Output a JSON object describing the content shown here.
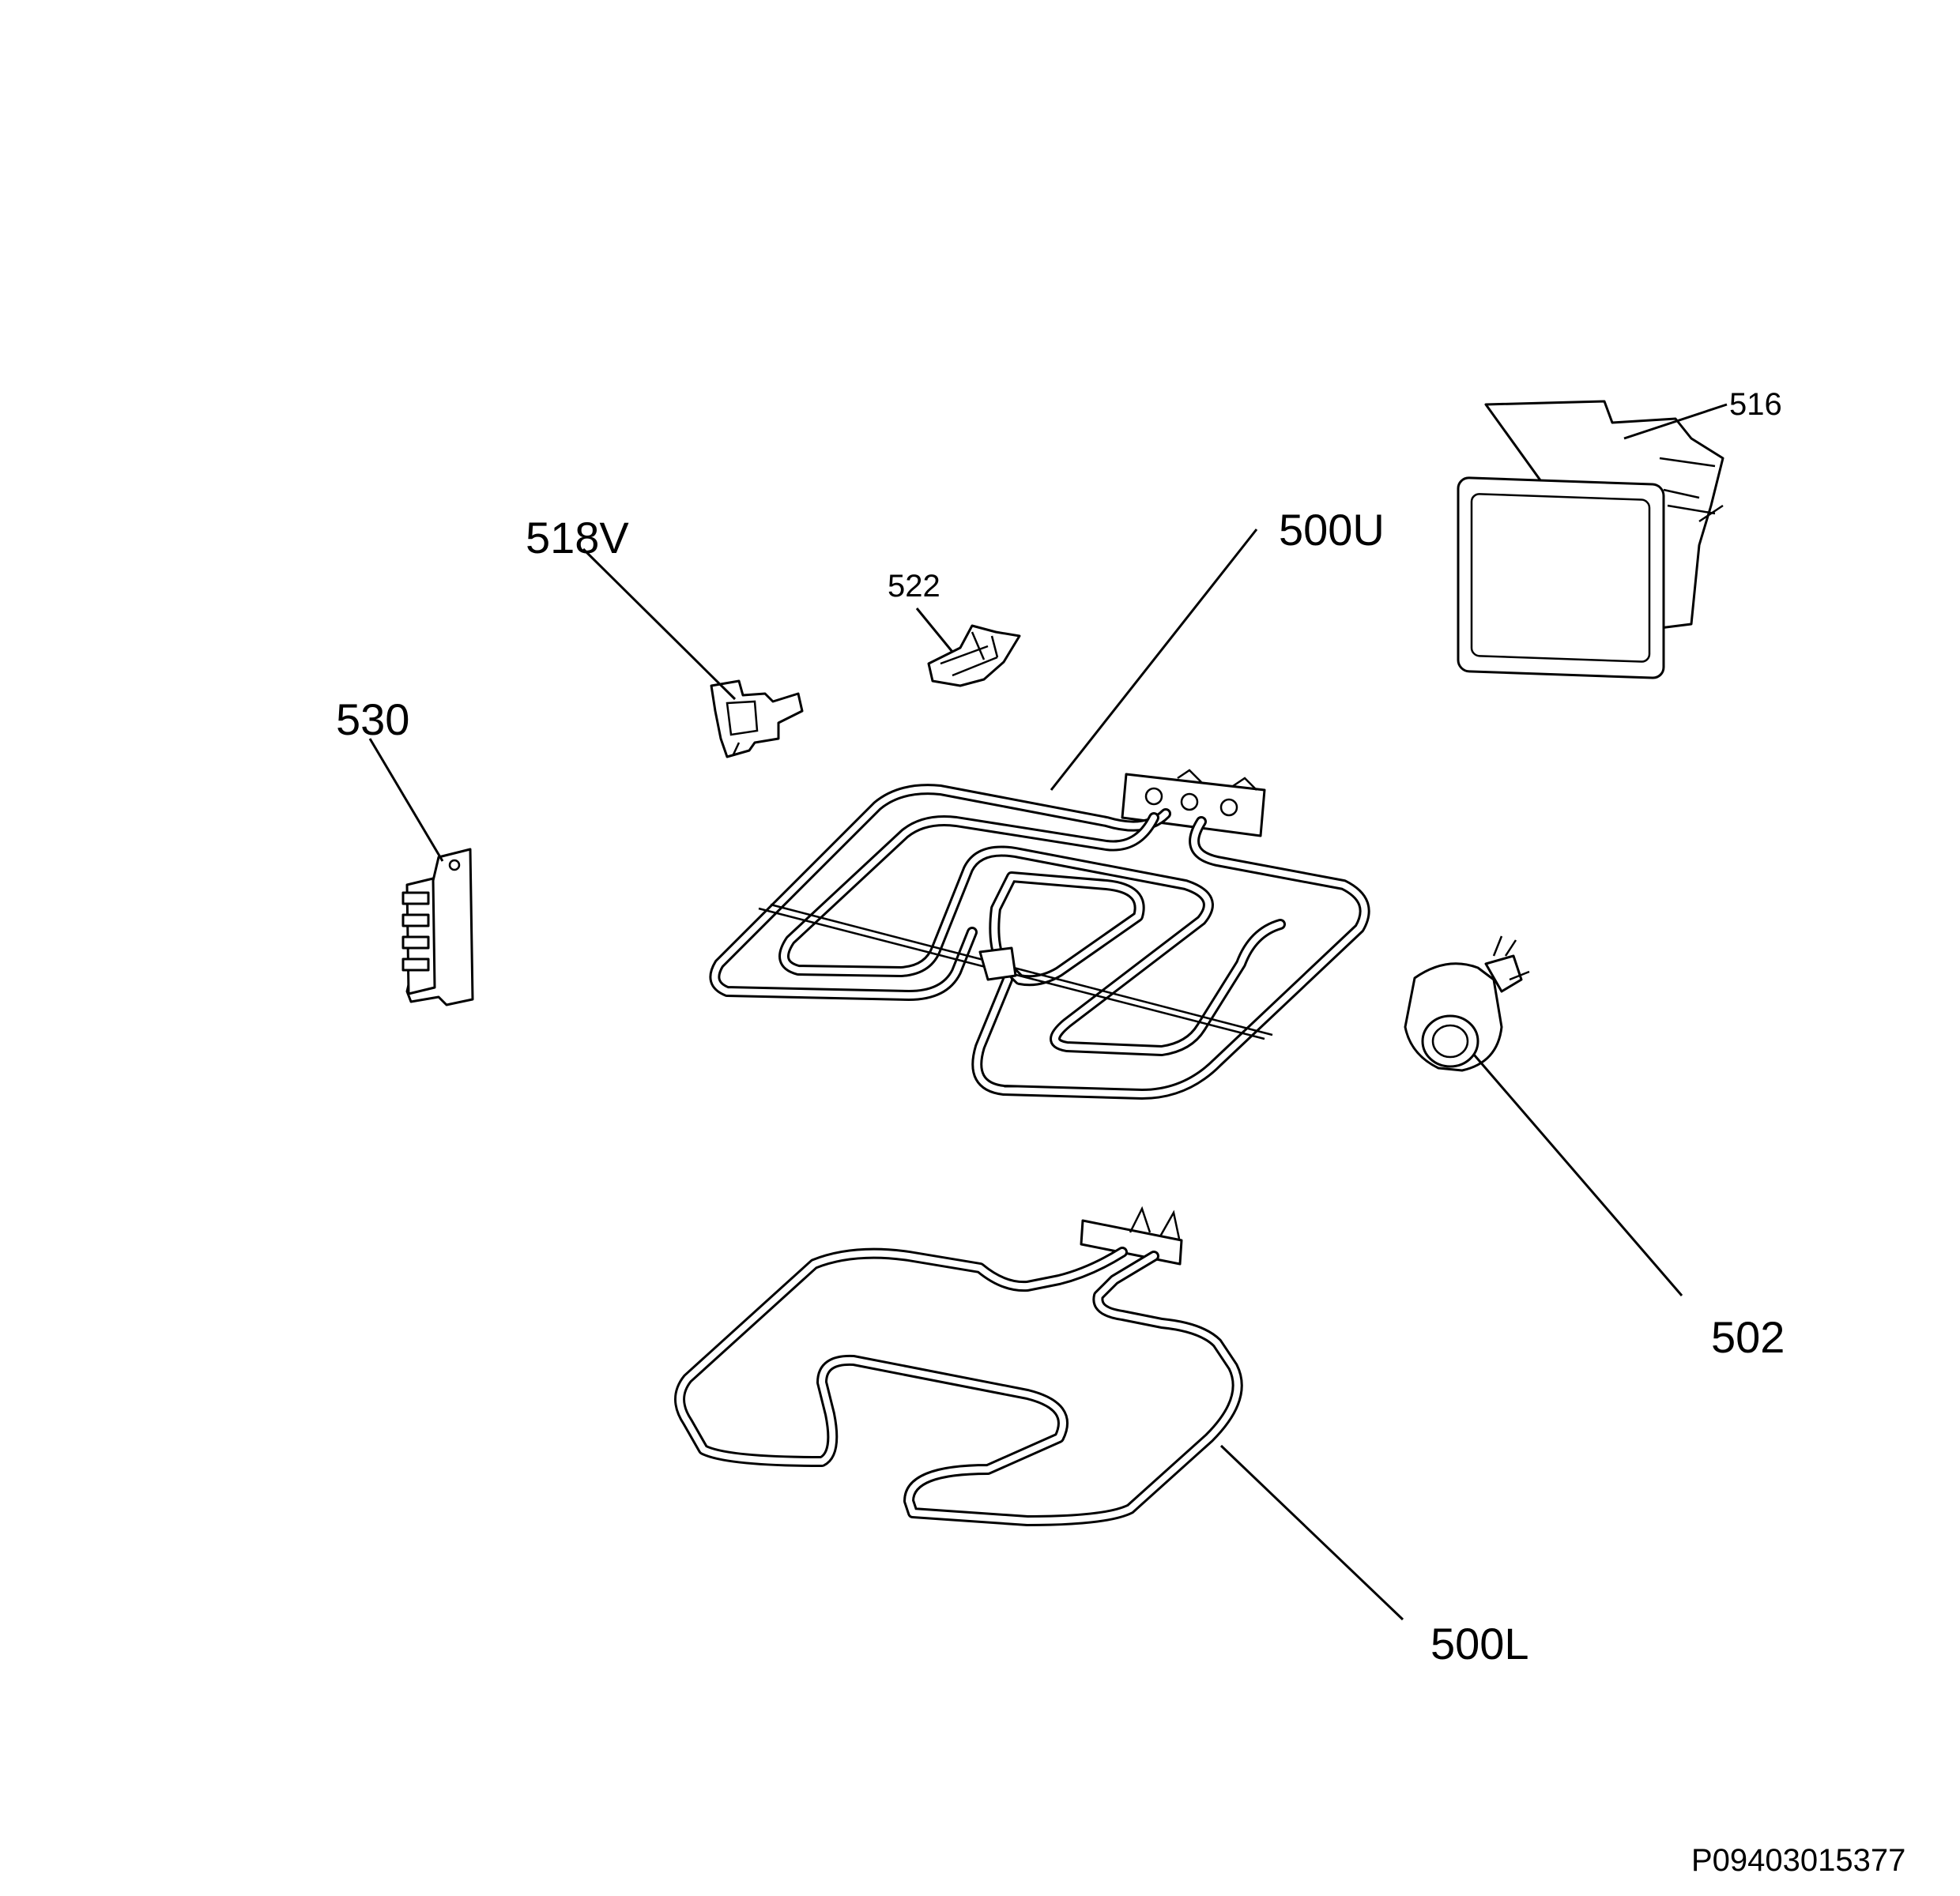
{
  "labels": {
    "p516": "516",
    "p518v": "518V",
    "p500u": "500U",
    "p522": "522",
    "p530": "530",
    "p502": "502",
    "p500l": "500L"
  },
  "drawing_code": "P09403015377"
}
